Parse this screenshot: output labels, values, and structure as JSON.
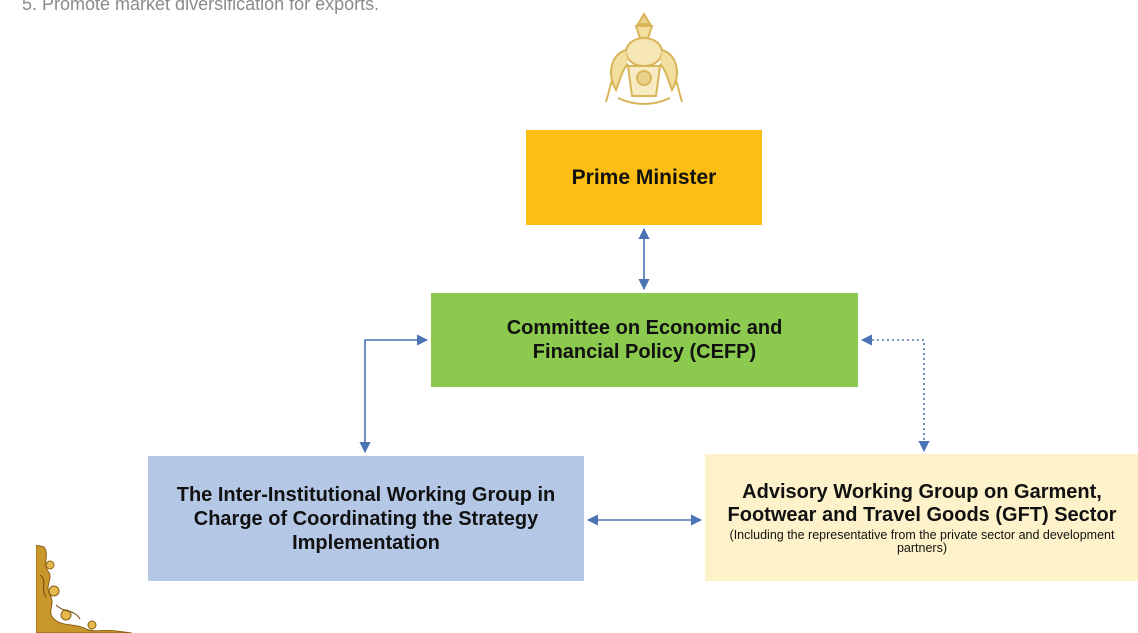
{
  "page": {
    "top_text": "5.  Promote market diversification for exports."
  },
  "colors": {
    "prime_minister": "#FCBE12",
    "cefp": "#8CC94F",
    "iwg": "#B4C8E6",
    "awg": "#FEF2CB",
    "arrow": "#4A74B4",
    "ornament": "#C8972B"
  },
  "icons": {
    "emblem": "royal-coat-of-arms-icon",
    "corner": "kbach-corner-ornament-icon"
  },
  "nodes": {
    "prime_minister": {
      "label": "Prime Minister"
    },
    "cefp": {
      "label": "Committee on Economic and Financial Policy (CEFP)"
    },
    "iwg": {
      "label": "The Inter-Institutional Working Group in Charge of Coordinating the Strategy Implementation"
    },
    "awg": {
      "label": "Advisory Working Group on Garment, Footwear and Travel Goods (GFT) Sector",
      "note": "(Including the representative from the private sector and development partners)"
    }
  },
  "edges": [
    {
      "from": "prime_minister",
      "to": "cefp",
      "style": "solid",
      "direction": "both"
    },
    {
      "from": "cefp",
      "to": "iwg",
      "style": "solid",
      "direction": "both"
    },
    {
      "from": "cefp",
      "to": "awg",
      "style": "dotted",
      "direction": "both"
    },
    {
      "from": "iwg",
      "to": "awg",
      "style": "solid",
      "direction": "both"
    }
  ]
}
